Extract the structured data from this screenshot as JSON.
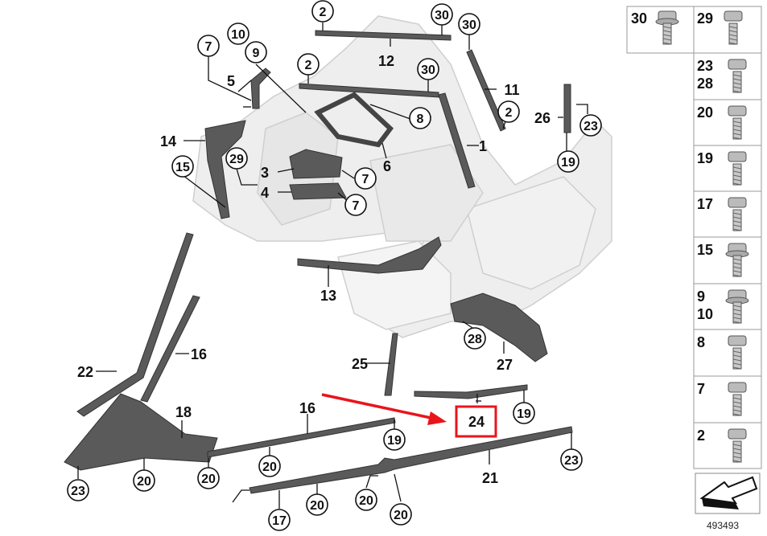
{
  "diagram": {
    "figure_id": "493493",
    "highlight_label": "24",
    "highlight_color": "#e8151b",
    "part_color": "#555555",
    "body_color": "#d8d8d8",
    "circled_labels": [
      "2",
      "30",
      "10",
      "9",
      "7",
      "2",
      "30",
      "30",
      "2",
      "8",
      "23",
      "19",
      "15",
      "29",
      "7",
      "7",
      "28",
      "19",
      "20",
      "20",
      "20",
      "23",
      "20",
      "17",
      "20",
      "20",
      "19",
      "23"
    ],
    "plain_labels": [
      "12",
      "5",
      "11",
      "26",
      "1",
      "14",
      "3",
      "4",
      "6",
      "13",
      "22",
      "16",
      "25",
      "27",
      "18",
      "16",
      "24",
      "21"
    ],
    "legend": [
      {
        "labels": [
          "30"
        ],
        "icon": "flange-bolt-icon"
      },
      {
        "labels": [
          "29"
        ],
        "icon": "hex-bolt-icon"
      },
      {
        "labels": [
          "23",
          "28"
        ],
        "icon": "torx-screw-icon"
      },
      {
        "labels": [
          "20"
        ],
        "icon": "hex-bolt-icon"
      },
      {
        "labels": [
          "19"
        ],
        "icon": "torx-screw-icon"
      },
      {
        "labels": [
          "17"
        ],
        "icon": "torx-screw-icon"
      },
      {
        "labels": [
          "15"
        ],
        "icon": "flange-nut-bolt-icon"
      },
      {
        "labels": [
          "9",
          "10"
        ],
        "icon": "flange-nut-icon"
      },
      {
        "labels": [
          "8"
        ],
        "icon": "hex-bolt-icon"
      },
      {
        "labels": [
          "7"
        ],
        "icon": "torx-pan-screw-icon"
      },
      {
        "labels": [
          "2"
        ],
        "icon": "clip-bolt-icon"
      }
    ]
  }
}
